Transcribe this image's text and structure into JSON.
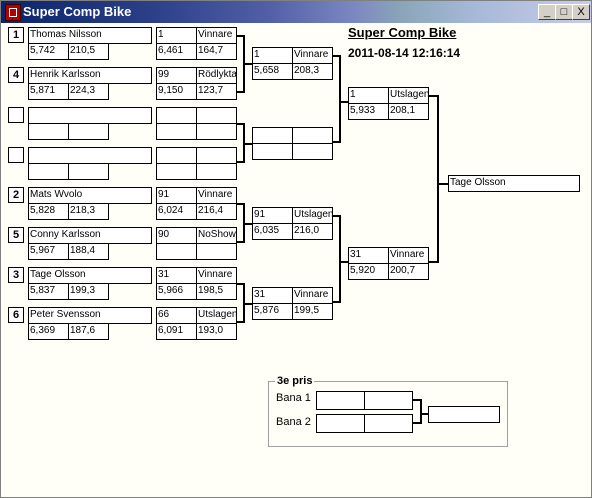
{
  "window": {
    "title": "Super Comp Bike",
    "buttons": [
      "_",
      "□",
      "X"
    ]
  },
  "header": {
    "event_title": "Super Comp Bike",
    "event_datetime": "2011-08-14 12:16:14"
  },
  "round1": [
    {
      "seed": "1",
      "name": "Thomas Nilsson",
      "time": "5,742",
      "speed": "210,5"
    },
    {
      "seed": "4",
      "name": "Henrik Karlsson",
      "time": "5,871",
      "speed": "224,3"
    },
    {
      "seed": "",
      "name": "",
      "time": "",
      "speed": ""
    },
    {
      "seed": "",
      "name": "",
      "time": "",
      "speed": ""
    },
    {
      "seed": "2",
      "name": "Mats Wvolo",
      "time": "5,828",
      "speed": "218,3"
    },
    {
      "seed": "5",
      "name": "Conny Karlsson",
      "time": "5,967",
      "speed": "188,4"
    },
    {
      "seed": "3",
      "name": "Tage Olsson",
      "time": "5,837",
      "speed": "199,3"
    },
    {
      "seed": "6",
      "name": "Peter Svensson",
      "time": "6,369",
      "speed": "187,6"
    }
  ],
  "round2": [
    {
      "no": "1",
      "result": "Vinnare",
      "time": "6,461",
      "speed": "164,7"
    },
    {
      "no": "99",
      "result": "Rödlykta",
      "time": "9,150",
      "speed": "123,7"
    },
    {
      "no": "",
      "result": "",
      "time": "",
      "speed": ""
    },
    {
      "no": "",
      "result": "",
      "time": "",
      "speed": ""
    },
    {
      "no": "91",
      "result": "Vinnare",
      "time": "6,024",
      "speed": "216,4"
    },
    {
      "no": "90",
      "result": "NoShow",
      "time": "",
      "speed": ""
    },
    {
      "no": "31",
      "result": "Vinnare",
      "time": "5,966",
      "speed": "198,5"
    },
    {
      "no": "66",
      "result": "Utslagen",
      "time": "6,091",
      "speed": "193,0"
    }
  ],
  "round3": [
    {
      "no": "1",
      "result": "Vinnare",
      "time": "5,658",
      "speed": "208,3"
    },
    {
      "no": "",
      "result": "",
      "time": "",
      "speed": ""
    },
    {
      "no": "91",
      "result": "Utslagen",
      "time": "6,035",
      "speed": "216,0"
    },
    {
      "no": "31",
      "result": "Vinnare",
      "time": "5,876",
      "speed": "199,5"
    }
  ],
  "semifinal": [
    {
      "no": "1",
      "result": "Utslagen",
      "time": "5,933",
      "speed": "208,1"
    },
    {
      "no": "31",
      "result": "Vinnare",
      "time": "5,920",
      "speed": "200,7"
    }
  ],
  "final": {
    "winner": "Tage Olsson"
  },
  "third_place": {
    "title": "3e pris",
    "lane1_label": "Bana 1",
    "lane2_label": "Bana 2",
    "lane1": {
      "no": "",
      "result": ""
    },
    "lane2": {
      "no": "",
      "result": ""
    },
    "winner": ""
  }
}
